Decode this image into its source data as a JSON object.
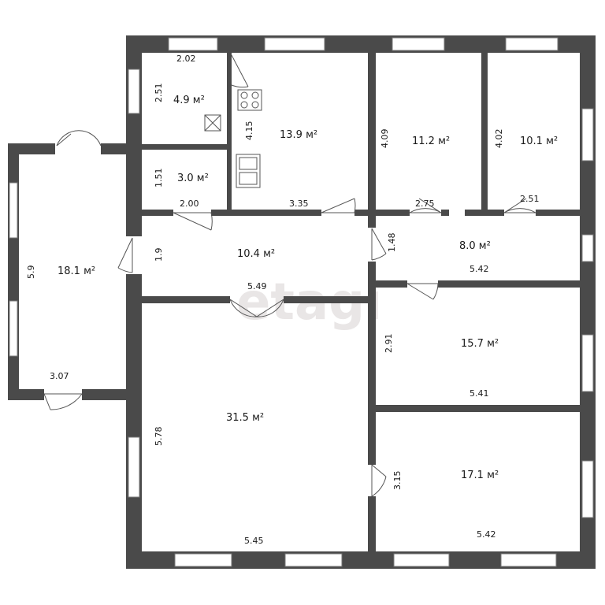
{
  "watermark": "etagi",
  "rooms": [
    {
      "id": "bathroom",
      "area": "4.9 м²"
    },
    {
      "id": "kitchen",
      "area": "13.9 м²"
    },
    {
      "id": "room-a",
      "area": "11.2 м²"
    },
    {
      "id": "room-b",
      "area": "10.1 м²"
    },
    {
      "id": "wc",
      "area": "3.0 м²"
    },
    {
      "id": "veranda",
      "area": "18.1 м²"
    },
    {
      "id": "hall",
      "area": "10.4 м²"
    },
    {
      "id": "corridor",
      "area": "8.0 м²"
    },
    {
      "id": "living",
      "area": "31.5 м²"
    },
    {
      "id": "room-c",
      "area": "15.7 м²"
    },
    {
      "id": "room-d",
      "area": "17.1 м²"
    }
  ],
  "dimensions": [
    "2.02",
    "2.51",
    "4.15",
    "1.51",
    "2.00",
    "3.35",
    "4.09",
    "2.75",
    "4.02",
    "2.51",
    "1.9",
    "5.49",
    "1.48",
    "5.42",
    "5.9",
    "3.07",
    "2.91",
    "5.41",
    "5.78",
    "3.15",
    "5.45",
    "5.42"
  ]
}
